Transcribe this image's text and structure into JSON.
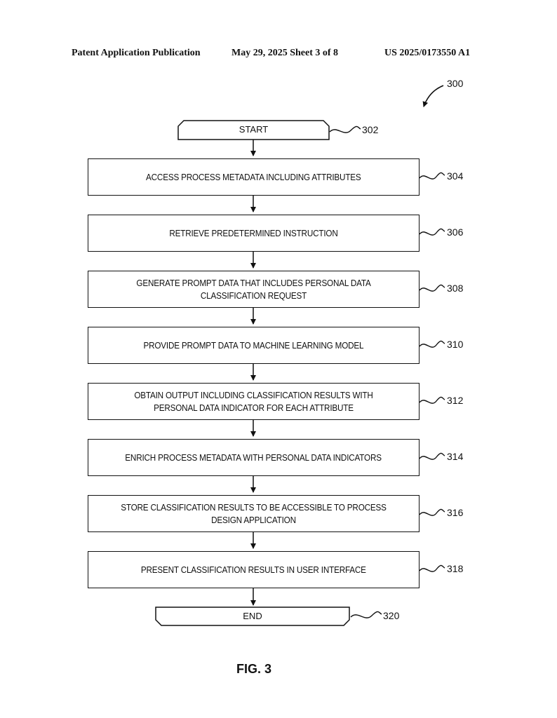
{
  "header": {
    "left": "Patent Application Publication",
    "middle": "May 29, 2025  Sheet 3 of 8",
    "right": "US 2025/0173550 A1"
  },
  "figure_ref": "300",
  "start": {
    "label": "START",
    "ref": "302"
  },
  "steps": [
    {
      "text": "ACCESS PROCESS METADATA INCLUDING ATTRIBUTES",
      "ref": "304"
    },
    {
      "text": "RETRIEVE PREDETERMINED INSTRUCTION",
      "ref": "306"
    },
    {
      "text": "GENERATE PROMPT DATA THAT INCLUDES PERSONAL DATA CLASSIFICATION REQUEST",
      "ref": "308"
    },
    {
      "text": "PROVIDE PROMPT DATA TO MACHINE LEARNING MODEL",
      "ref": "310"
    },
    {
      "text": "OBTAIN OUTPUT INCLUDING CLASSIFICATION RESULTS WITH PERSONAL DATA INDICATOR FOR EACH ATTRIBUTE",
      "ref": "312"
    },
    {
      "text": "ENRICH PROCESS METADATA WITH PERSONAL DATA INDICATORS",
      "ref": "314"
    },
    {
      "text": "STORE CLASSIFICATION RESULTS TO BE ACCESSIBLE TO PROCESS DESIGN APPLICATION",
      "ref": "316"
    },
    {
      "text": "PRESENT CLASSIFICATION RESULTS IN USER INTERFACE",
      "ref": "318"
    }
  ],
  "end": {
    "label": "END",
    "ref": "320"
  },
  "caption": "FIG. 3"
}
